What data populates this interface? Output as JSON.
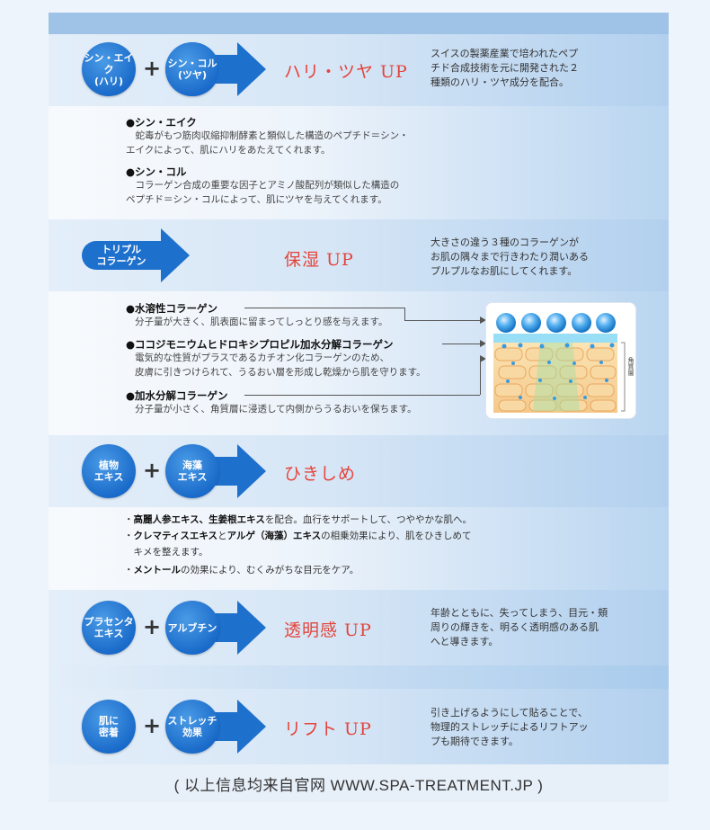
{
  "sections": {
    "s1": {
      "circle1": [
        "シン・エイク",
        "(ハリ)"
      ],
      "circle2": [
        "シン・コル",
        "(ツヤ)"
      ],
      "title": "ハリ・ツヤ UP",
      "desc": [
        "スイスの製薬産業で培われたペプ",
        "チド合成技術を元に開発された２",
        "種類のハリ・ツヤ成分を配合。"
      ],
      "items": [
        {
          "title": "●シン・エイク",
          "lines": [
            "　蛇毒がもつ筋肉収縮抑制酵素と類似した構造のペプチド＝シン・",
            "エイクによって、肌にハリをあたえてくれます。"
          ]
        },
        {
          "title": "●シン・コル",
          "lines": [
            "　コラーゲン合成の重要な因子とアミノ酸配列が類似した構造の",
            "ペプチド＝シン・コルによって、肌にツヤを与えてくれます。"
          ]
        }
      ]
    },
    "s2": {
      "arrow": [
        "トリプル",
        "コラーゲン"
      ],
      "title": "保湿 UP",
      "desc": [
        "大きさの違う３種のコラーゲンが",
        "お肌の隅々まで行きわたり潤いある",
        "プルプルなお肌にしてくれます。"
      ],
      "items": [
        {
          "title": "●水溶性コラーゲン",
          "lines": [
            "分子量が大きく、肌表面に留まってしっとり感を与えます。"
          ]
        },
        {
          "title": "●ココジモニウムヒドロキシプロピル加水分解コラーゲン",
          "lines": [
            "電気的な性質がプラスであるカチオン化コラーゲンのため、",
            "皮膚に引きつけられて、うるおい層を形成し乾燥から肌を守ります。"
          ]
        },
        {
          "title": "●加水分解コラーゲン",
          "lines": [
            "分子量が小さく、角質層に浸透して内側からうるおいを保ちます。"
          ]
        }
      ],
      "diagram_label": "角質層"
    },
    "s3": {
      "circle1": [
        "植物",
        "エキス"
      ],
      "circle2": [
        "海藻",
        "エキス"
      ],
      "title": "ひきしめ",
      "lines": [
        {
          "pre": "・",
          "bold": "高麗人参エキス、生姜根エキス",
          "post": "を配合。血行をサポートして、つややかな肌へ。"
        },
        {
          "pre": "・",
          "bold": "クレマティスエキス",
          "mid": "と",
          "bold2": "アルゲ（海藻）エキス",
          "post": "の相乗効果により、肌をひきしめて"
        },
        {
          "pre": "　キメを整えます。"
        },
        {
          "pre": "・",
          "bold": "メントール",
          "post": "の効果により、むくみがちな目元をケア。"
        }
      ]
    },
    "s4": {
      "circle1": [
        "プラセンタ",
        "エキス"
      ],
      "circle2": [
        "アルブチン"
      ],
      "title": "透明感 UP",
      "desc": [
        "年齢とともに、失ってしまう、目元・頬",
        "周りの輝きを、明るく透明感のある肌",
        "へと導きます。"
      ]
    },
    "s5": {
      "circle1": [
        "肌に",
        "密着"
      ],
      "circle2": [
        "ストレッチ",
        "効果"
      ],
      "title": "リフト UP",
      "desc": [
        "引き上げるようにして貼ることで、",
        "物理的ストレッチによるリフトアッ",
        "プも期待できます。"
      ]
    }
  },
  "footer": "( 以上信息均来自官网 WWW.SPA-TREATMENT.JP )",
  "colors": {
    "accent_blue": "#1e70cd",
    "title_red": "#e5443b",
    "band": "#9ec3e6"
  }
}
